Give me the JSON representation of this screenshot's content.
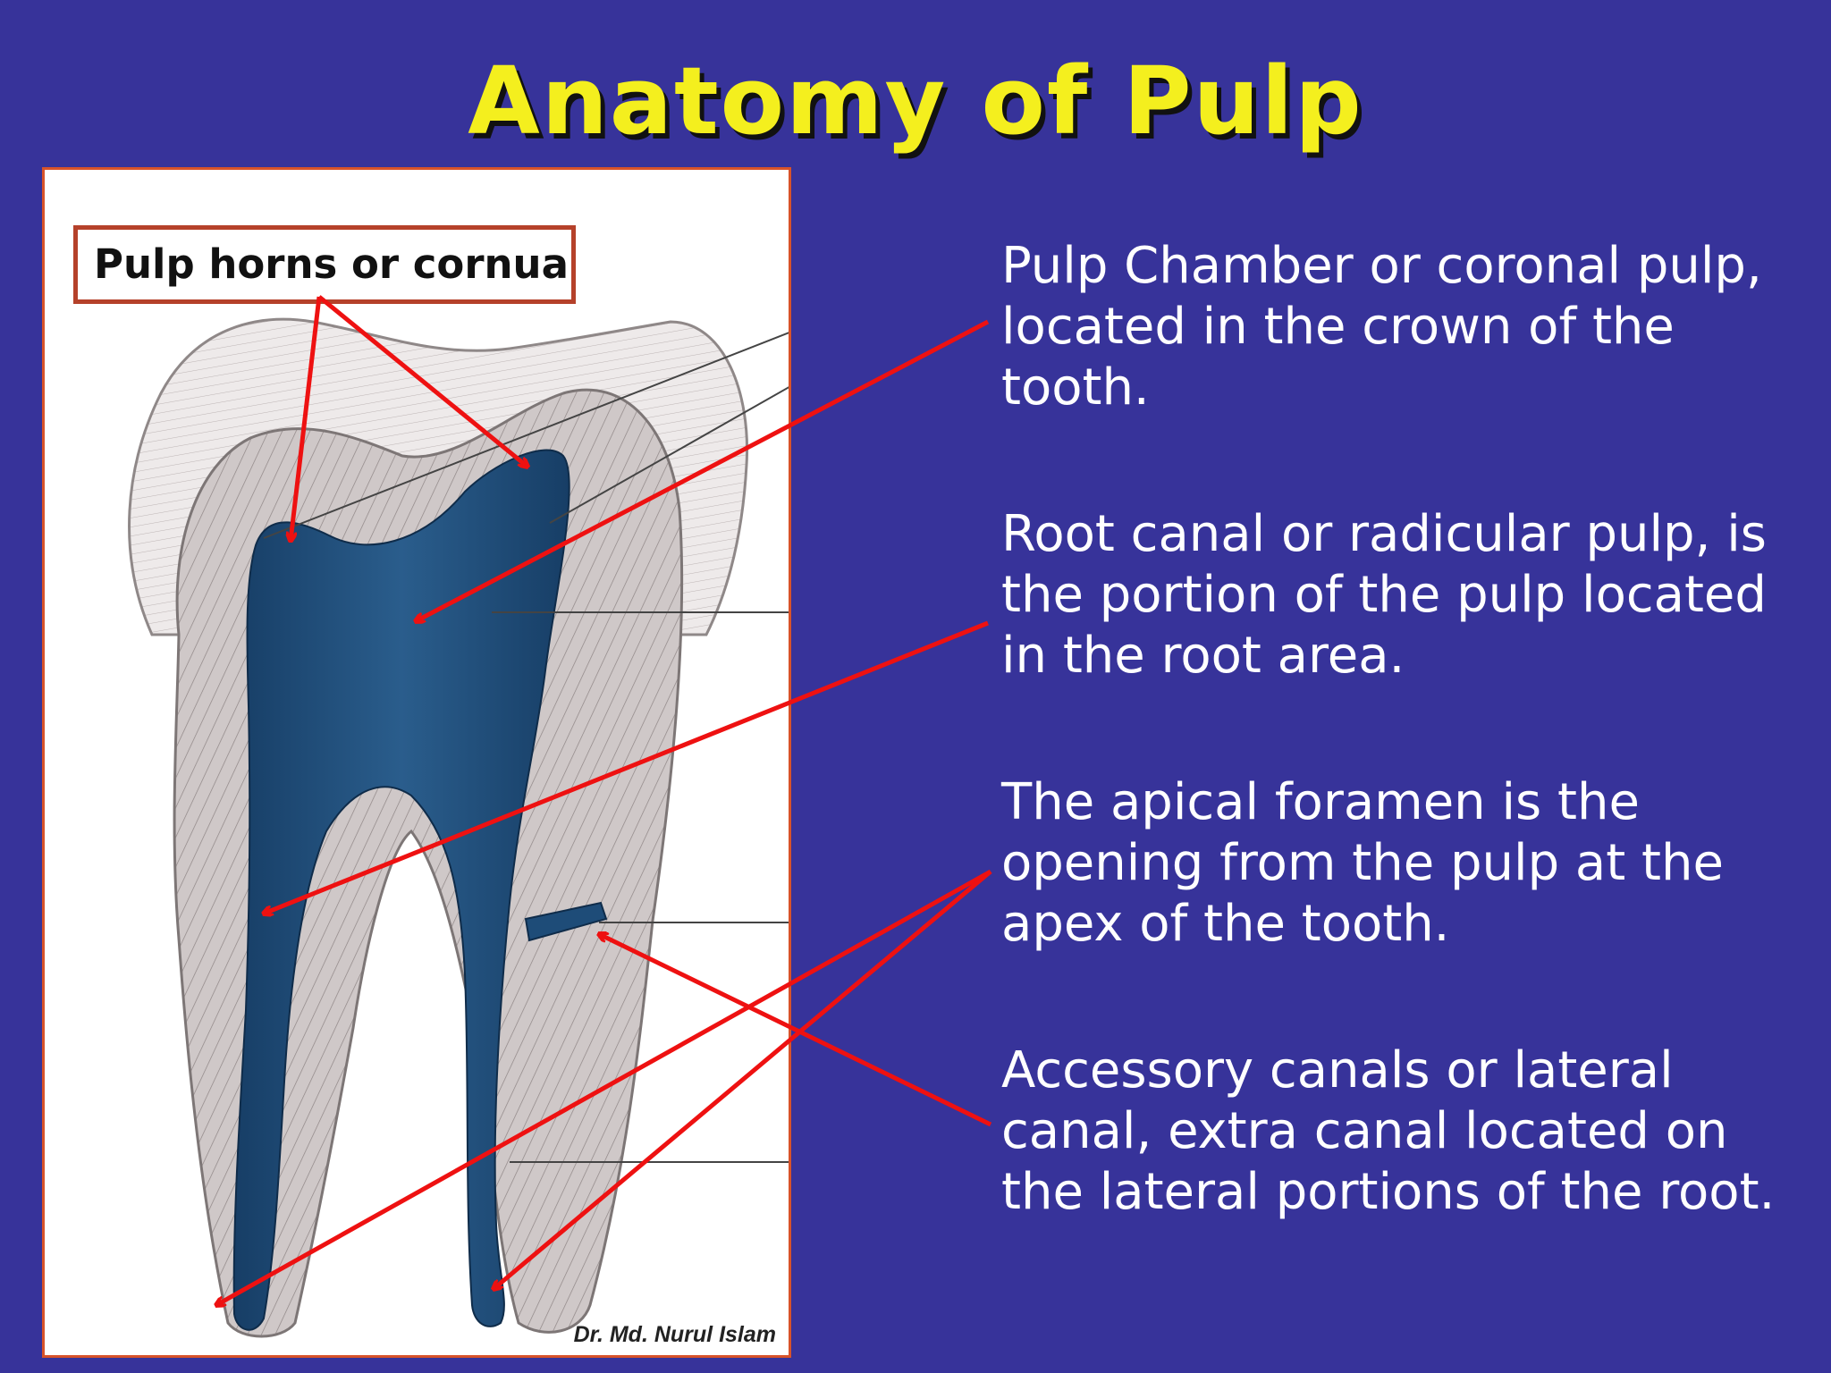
{
  "title": "Anatomy of Pulp",
  "figure": {
    "label_box": "Pulp horns or cornua",
    "credit": "Dr. Md. Nurul Islam"
  },
  "descriptions": [
    "Pulp Chamber or coronal pulp, located in the crown of the tooth.",
    "Root canal or radicular pulp, is the portion of the pulp located in the root area.",
    "The apical foramen is the opening from the pulp at the apex of the tooth.",
    "Accessory canals or lateral canal, extra canal located on the lateral portions of the root."
  ],
  "colors": {
    "background": "#37339a",
    "title": "#f4ef1e",
    "text": "#ffffff",
    "arrow": "#ee1111",
    "pulp": "#1e4c78",
    "dentin": "#c9c2c2",
    "enamel": "#ececec",
    "frame": "#d8532a"
  }
}
